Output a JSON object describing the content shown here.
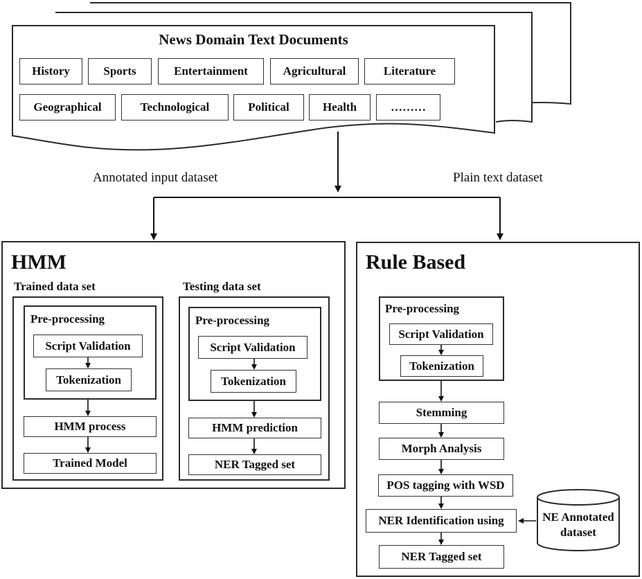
{
  "docs": {
    "title": "News Domain Text Documents",
    "categories_row1": [
      "History",
      "Sports",
      "Entertainment",
      "Agricultural",
      "Literature"
    ],
    "categories_row2": [
      "Geographical",
      "Technological",
      "Political",
      "Health",
      "………"
    ]
  },
  "branch_labels": {
    "left": "Annotated input dataset",
    "right": "Plain text dataset"
  },
  "hmm": {
    "title": "HMM",
    "trained": {
      "label": "Trained data set",
      "preprocessing": "Pre-processing",
      "script_validation": "Script Validation",
      "tokenization": "Tokenization",
      "process": "HMM process",
      "result": "Trained Model"
    },
    "testing": {
      "label": "Testing data set",
      "preprocessing": "Pre-processing",
      "script_validation": "Script Validation",
      "tokenization": "Tokenization",
      "process": "HMM prediction",
      "result": "NER Tagged set"
    }
  },
  "rule": {
    "title": "Rule Based",
    "preprocessing": "Pre-processing",
    "script_validation": "Script Validation",
    "tokenization": "Tokenization",
    "stemming": "Stemming",
    "morph": "Morph Analysis",
    "pos": "POS tagging with WSD",
    "ner_id": "NER Identification using",
    "ner_tagged": "NER Tagged set",
    "db_line1": "NE Annotated",
    "db_line2": "dataset"
  }
}
